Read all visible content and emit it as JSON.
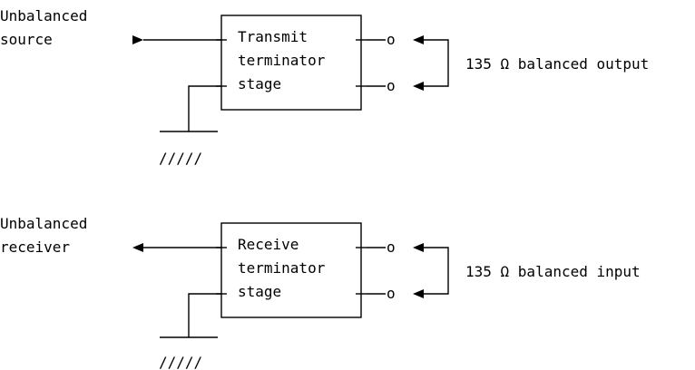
{
  "colors": {
    "line": "#000000",
    "background": "#ffffff"
  },
  "transmit": {
    "source_label_line1": "Unbalanced",
    "source_label_line2": "source",
    "box_line1": "Transmit",
    "box_line2": "terminator",
    "box_line3": "stage",
    "terminal_a": "o",
    "terminal_b": "o",
    "output_label": "135 Ω balanced output",
    "ground_label": "/////"
  },
  "receive": {
    "receiver_label_line1": "Unbalanced",
    "receiver_label_line2": "receiver",
    "box_line1": "Receive",
    "box_line2": "terminator",
    "box_line3": "stage",
    "terminal_a": "o",
    "terminal_b": "o",
    "input_label": "135 Ω balanced input",
    "ground_label": "/////"
  }
}
